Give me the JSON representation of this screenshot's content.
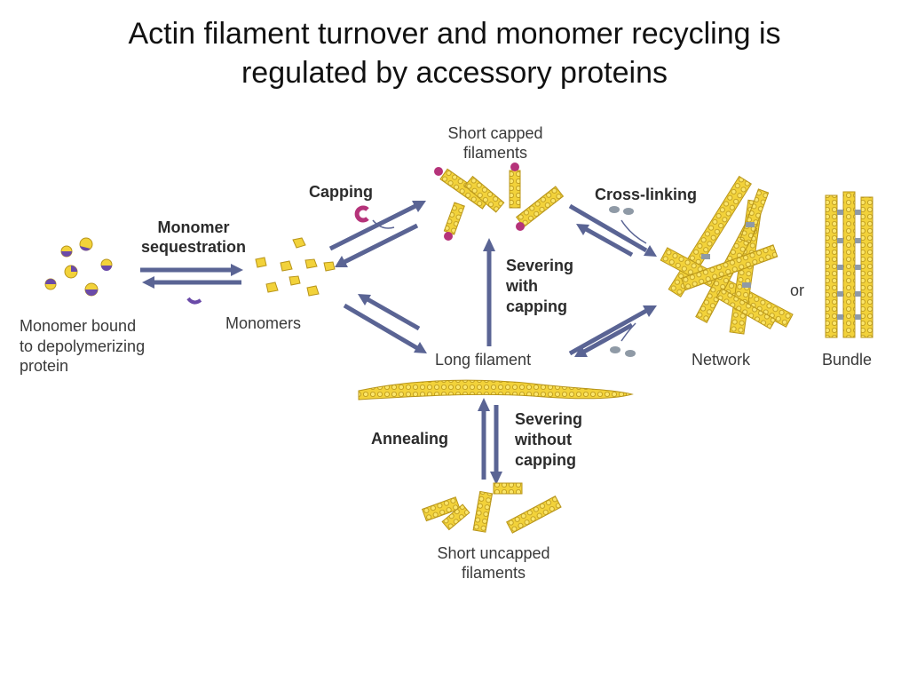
{
  "title": {
    "line1": "Actin filament turnover and monomer recycling is",
    "line2": "regulated by accessory proteins"
  },
  "labels": {
    "short_capped": [
      "Short capped",
      "filaments"
    ],
    "capping": "Capping",
    "cross_linking": "Cross-linking",
    "monomer_sequestration": [
      "Monomer",
      "sequestration"
    ],
    "severing_with_capping": [
      "Severing",
      "with",
      "capping"
    ],
    "monomer_bound": [
      "Monomer bound",
      "to depolymerizing",
      "protein"
    ],
    "monomers": "Monomers",
    "long_filament": "Long filament",
    "network": "Network",
    "or": "or",
    "bundle": "Bundle",
    "annealing": "Annealing",
    "severing_without_capping": [
      "Severing",
      "without",
      "capping"
    ],
    "short_uncapped": [
      "Short uncapped",
      "filaments"
    ]
  },
  "colors": {
    "arrow": "#5a6494",
    "actin": "#f2d23a",
    "actin_outline": "#b8951a",
    "capping_protein": "#b5337a",
    "sequestering_protein": "#6a4aa8",
    "crosslinker": "#8f9aa6"
  }
}
